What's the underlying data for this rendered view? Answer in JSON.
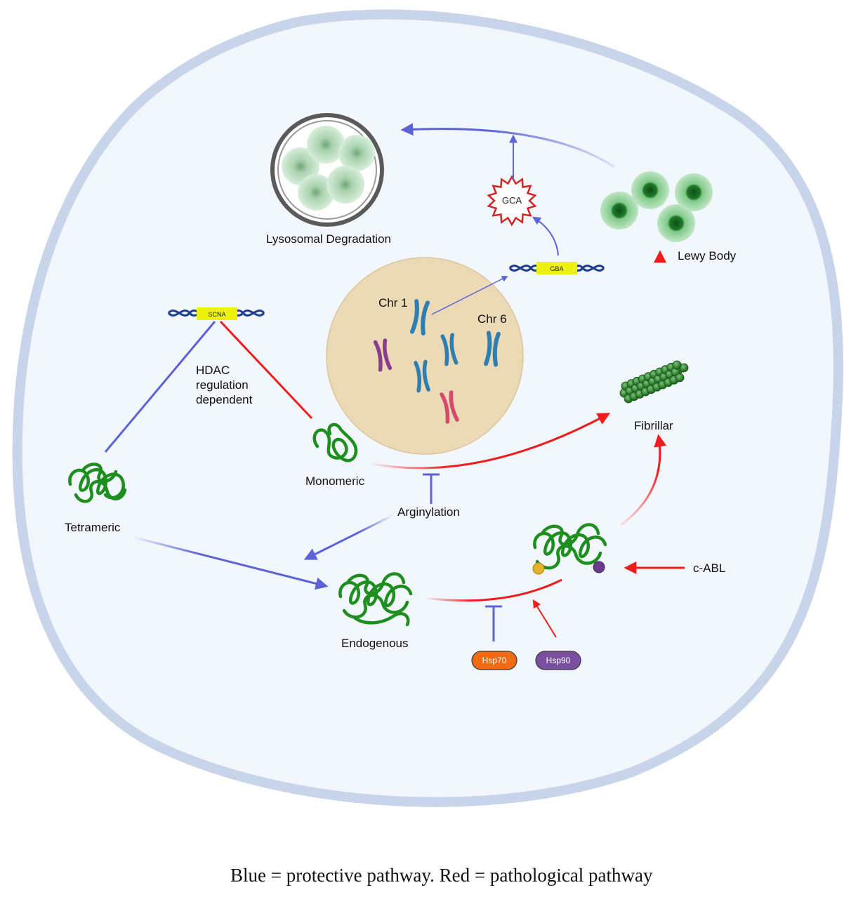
{
  "labels": {
    "lysosomal_degradation": "Lysosomal Degradation",
    "gca": "GCA",
    "lewy_body": "Lewy Body",
    "gba": "GBA",
    "chr1": "Chr 1",
    "chr6": "Chr 6",
    "scna": "SCNA",
    "hdac_line1": "HDAC",
    "hdac_line2": "regulation",
    "hdac_line3": "dependent",
    "fibrillar": "Fibrillar",
    "monomeric": "Monomeric",
    "tetrameric": "Tetrameric",
    "arginylation": "Arginylation",
    "endogenous": "Endogenous",
    "c_abl": "c-ABL",
    "hsp70": "Hsp70",
    "hsp90": "Hsp90"
  },
  "caption": "Blue = protective pathway. Red = pathological pathway",
  "colors": {
    "protective": "#5b63d6",
    "pathological": "#ee1c1c",
    "cell_border": "#c7d4e9",
    "cell_fill": "#f1f7fc",
    "nucleus": "#ecd9b6",
    "protein_green": "#1e8f1e",
    "hsp70": "#f26a12",
    "hsp90": "#7a4fa0",
    "gene_box": "#eef20f",
    "dna": "#1f3d8a"
  }
}
